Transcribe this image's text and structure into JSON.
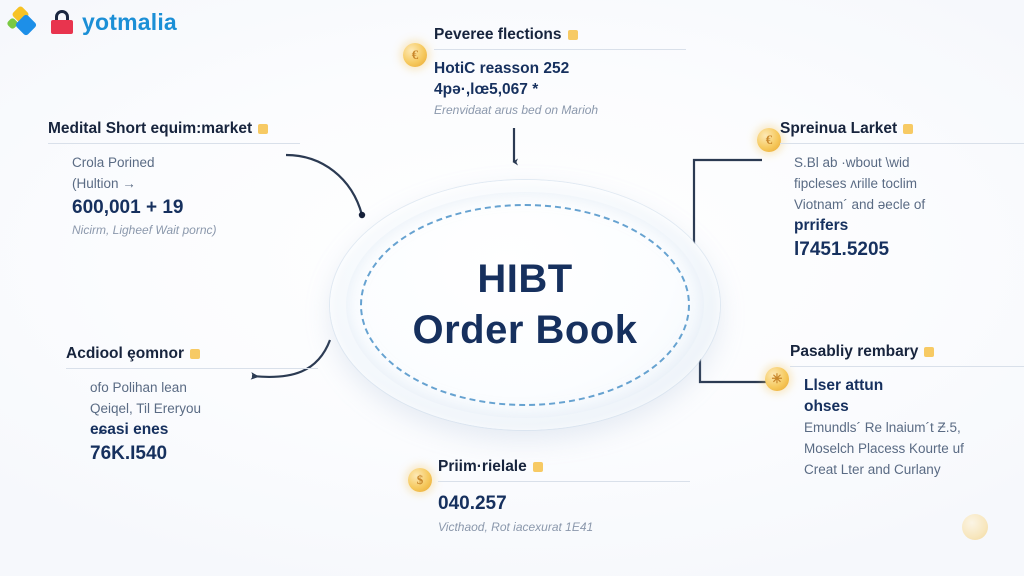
{
  "brand": {
    "name": "yotmalia",
    "logo_icon": "diamond-cluster-icon",
    "lock_icon": "padlock-icon"
  },
  "hub": {
    "line1": "HIBT",
    "line2": "Order Book",
    "shape": "ellipse-dashed-ring"
  },
  "cards": [
    {
      "id": "medial",
      "title": "Medital Short equim:market",
      "badge": "square-badge",
      "lines": [
        {
          "text": "Crola Porined",
          "style": "normal"
        },
        {
          "text": "(Hultion →",
          "style": "normal"
        },
        {
          "text": "600,001 + 19",
          "style": "big"
        },
        {
          "text": "Nicirm, Ligheef Wait pornc)",
          "style": "muted"
        }
      ]
    },
    {
      "id": "reverse",
      "title": "Peveree flections",
      "badge": "square-badge",
      "coin": "gold-coin-icon",
      "lines": [
        {
          "text": "HotiC reasson 252",
          "style": "strong"
        },
        {
          "text": "4pə·,lœ5,067 *",
          "style": "strong"
        },
        {
          "text": "Erenvidaat arus bed on Marioh",
          "style": "muted"
        }
      ]
    },
    {
      "id": "spread",
      "title": "Spreinua Larket",
      "badge": "square-badge",
      "coin": "gold-coin-icon",
      "lines": [
        {
          "text": "S.Βl ab ·wbout \\wid",
          "style": "normal"
        },
        {
          "text": "fipcleses ʌrille toclim",
          "style": "normal"
        },
        {
          "text": "Viotnam´ and əecle of",
          "style": "normal"
        },
        {
          "text": "prrifers",
          "style": "strong"
        },
        {
          "text": "l7451.5205",
          "style": "big"
        }
      ]
    },
    {
      "id": "actional",
      "title": "Acdiool ȩomnor",
      "badge": "square-badge",
      "lines": [
        {
          "text": "ofo Polihan lean",
          "style": "normal"
        },
        {
          "text": "Qeiqel, Til Ereryou",
          "style": "normal"
        },
        {
          "text": "eɕasi enes",
          "style": "strong"
        },
        {
          "text": "76K.I540",
          "style": "big"
        }
      ]
    },
    {
      "id": "passably",
      "title": "Pasabliy rembary",
      "badge": "square-badge",
      "coin": "gold-coin-icon",
      "lines": [
        {
          "text": "Llser attun",
          "style": "strong"
        },
        {
          "text": "ohses",
          "style": "strong"
        },
        {
          "text": "Emundls´ Re lnaium´t Ƶ.5,",
          "style": "normal"
        },
        {
          "text": "Moselch Placess Kourte uf",
          "style": "normal"
        },
        {
          "text": "Creat Lter and Curlany",
          "style": "normal"
        }
      ]
    },
    {
      "id": "prime",
      "title": "Priim·rielale",
      "badge": "square-badge",
      "coin": "gold-coin-dollar-icon",
      "coin_glyph": "$",
      "lines": [
        {
          "text": "040.257",
          "style": "big"
        },
        {
          "text": "Victhaod, Rot iacexurat 1E41",
          "style": "muted"
        }
      ]
    }
  ],
  "colors": {
    "brand_blue": "#1b8fd6",
    "hub_text": "#16305e",
    "accent_gold": "#f6c453",
    "lock_red": "#e8344e",
    "connector": "#2b3a52",
    "dashed_ring": "#4d93c9"
  },
  "coin_glyph_default": "€"
}
